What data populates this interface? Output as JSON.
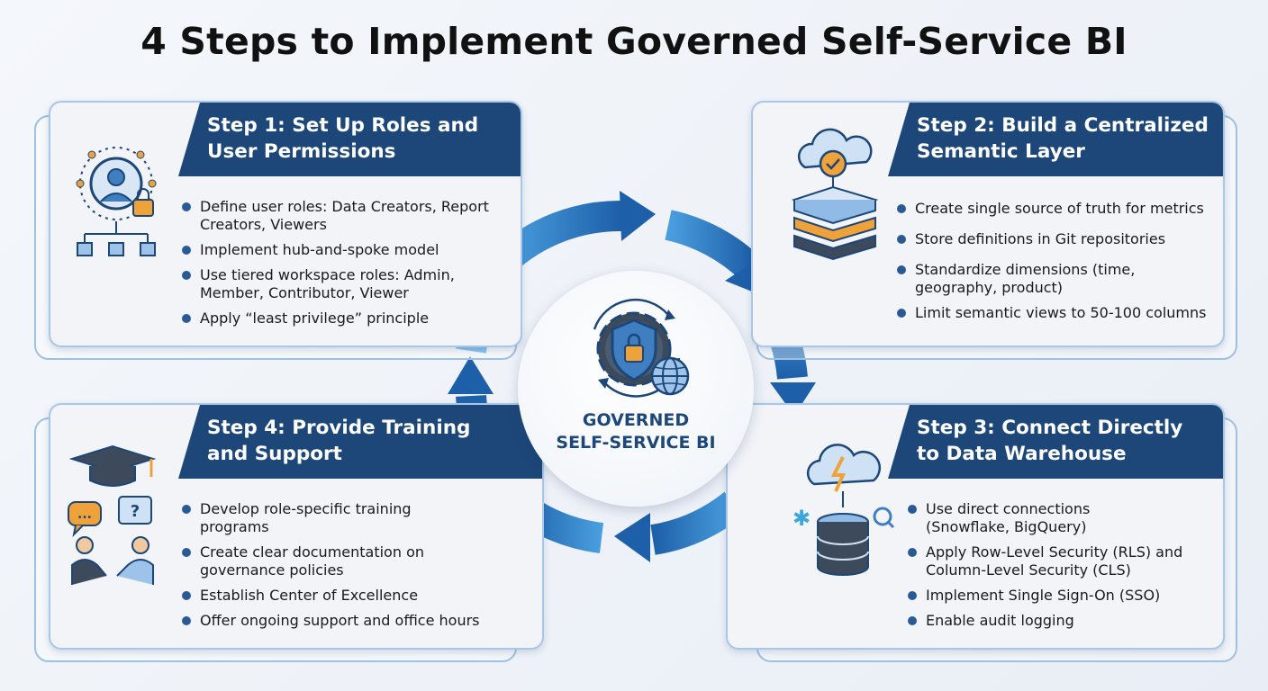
{
  "title": "4 Steps to Implement Governed Self-Service BI",
  "center": {
    "line1": "GOVERNED",
    "line2": "SELF-SERVICE BI"
  },
  "colors": {
    "banner": "#1c4778",
    "arrow_dark": "#1d5fa8",
    "arrow_light": "#4a9fe0",
    "accent_orange": "#f0a23a"
  },
  "steps": [
    {
      "title_line1": "Step 1: Set Up Roles and",
      "title_line2": "User Permissions",
      "icon": "user-permissions-icon",
      "bullets": [
        "Define user roles: Data Creators, Report Creators, Viewers",
        "Implement hub-and-spoke model",
        "Use tiered workspace roles: Admin, Member, Contributor, Viewer",
        "Apply “least privilege” principle"
      ]
    },
    {
      "title_line1": "Step 2: Build a Centralized",
      "title_line2": "Semantic Layer",
      "icon": "semantic-layer-stack-icon",
      "bullets": [
        "Create single source of truth for metrics",
        "Store definitions in Git repositories",
        "Standardize dimensions (time, geography, product)",
        "Limit semantic views to 50-100 columns"
      ]
    },
    {
      "title_line1": "Step 3: Connect Directly",
      "title_line2": "to Data Warehouse",
      "icon": "data-warehouse-icon",
      "bullets": [
        "Use direct connections (Snowflake, BigQuery)",
        "Apply Row-Level Security (RLS) and Column-Level Security (CLS)",
        "Implement Single Sign-On (SSO)",
        "Enable audit logging"
      ]
    },
    {
      "title_line1": "Step 4: Provide Training",
      "title_line2": "and Support",
      "icon": "training-support-icon",
      "bullets": [
        "Develop role-specific training programs",
        "Create clear documentation on governance policies",
        "Establish Center of Excellence",
        "Offer ongoing support and office hours"
      ]
    }
  ]
}
